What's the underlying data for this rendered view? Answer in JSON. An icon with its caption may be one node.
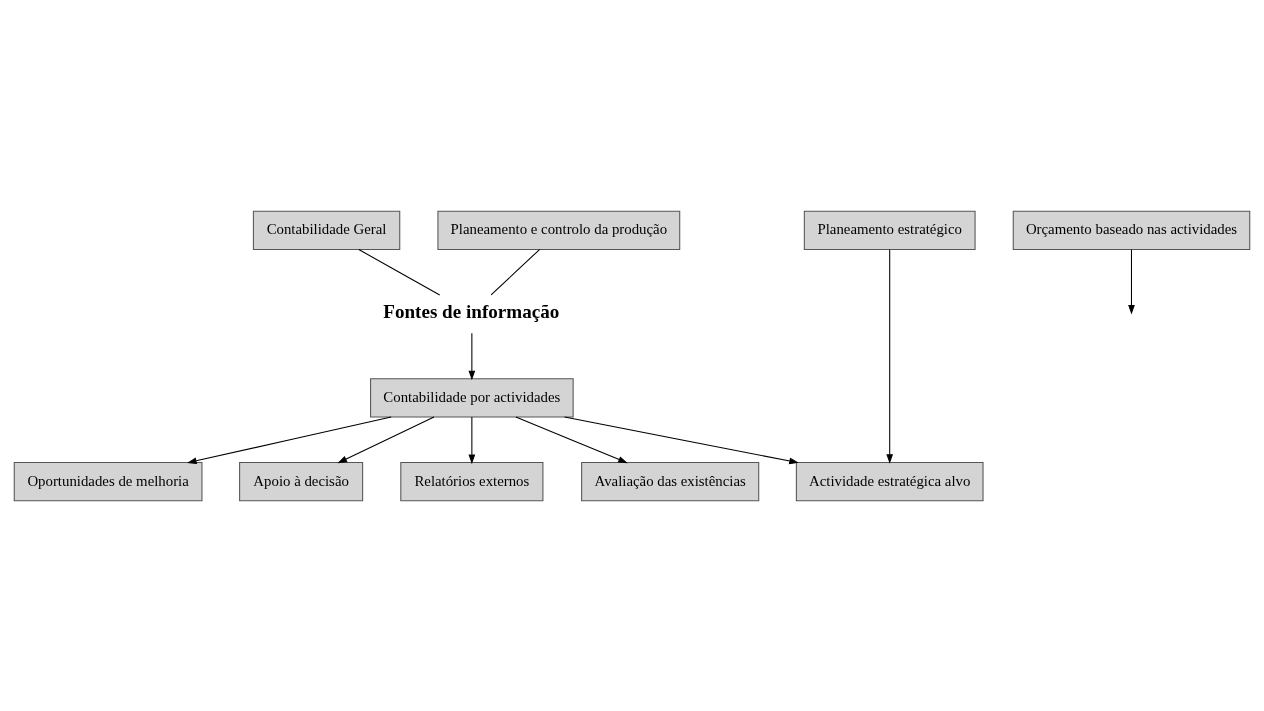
{
  "diagram": {
    "nodes": [
      {
        "text": [
          "Contabilidade Geral"
        ]
      },
      {
        "text": [
          "Planeamento e controlo da produção"
        ]
      },
      {
        "text": [
          "Fontes de informação"
        ]
      },
      {
        "text": [
          "Contabilidade por actividades"
        ]
      },
      {
        "text": [
          "Planeamento estratégico"
        ]
      },
      {
        "text": [
          "Actividade estratégica alvo"
        ]
      },
      {
        "text": [
          "Oportunidades de melhoria"
        ]
      },
      {
        "text": [
          "Orçamento baseado nas actividades"
        ]
      },
      {
        "text": [
          "Apoio à decisão"
        ]
      },
      {
        "text": [
          "Relatórios externos"
        ]
      },
      {
        "text": [
          "Avaliação das existências"
        ]
      }
    ],
    "edges": [
      {
        "from": 0,
        "to": 2,
        "arrow": "none"
      },
      {
        "from": 1,
        "to": 2,
        "arrow": "none"
      },
      {
        "from": 2,
        "to": 3,
        "arrow": "to"
      },
      {
        "from": 4,
        "to": 5,
        "arrow": "to"
      },
      {
        "from": 3,
        "to": 5,
        "arrow": "to"
      },
      {
        "from": 3,
        "to": 6,
        "arrow": "to"
      },
      {
        "from": 3,
        "to": 8,
        "arrow": "to"
      },
      {
        "from": 3,
        "to": 9,
        "arrow": "to"
      },
      {
        "from": 3,
        "to": 10,
        "arrow": "to"
      },
      {
        "from": 7,
        "to": null,
        "arrow": "to"
      }
    ]
  }
}
